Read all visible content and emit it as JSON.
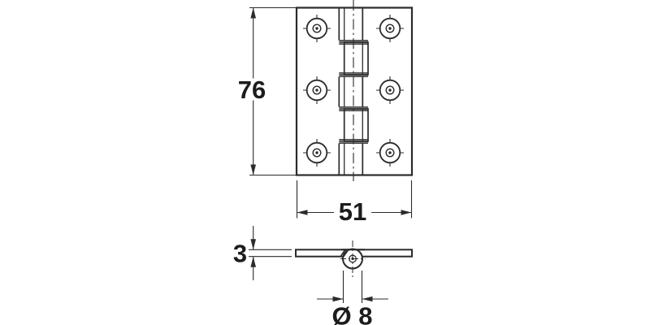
{
  "drawing": {
    "subject": "Butt hinge dimensioned two-view technical drawing",
    "colors": {
      "line": "#2b2b2b",
      "background": "#ffffff",
      "text": "#1c1c1c"
    },
    "front_view": {
      "name": "front view of hinge leaf plate",
      "height_dimension": {
        "label": "76"
      },
      "width_dimension": {
        "label": "51"
      },
      "screw_hole_count": 6,
      "knuckle_segment_count": 5
    },
    "side_view": {
      "name": "side (edge) view of hinge",
      "thickness_dimension": {
        "label": "3"
      },
      "knuckle_diameter_dimension": {
        "label": "Ø 8"
      }
    }
  }
}
